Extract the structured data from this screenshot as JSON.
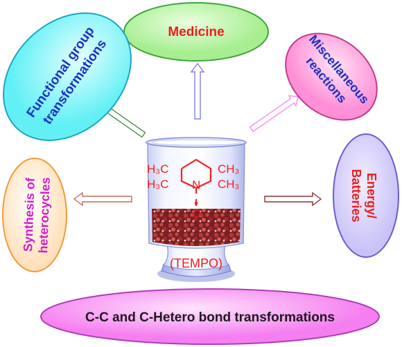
{
  "nodes": {
    "medicine": {
      "label": "Medicine",
      "fill": "#a6ee8f",
      "stroke": "#3fa33a",
      "text_color": "#ee1c1c"
    },
    "functional_group": {
      "lines": [
        "Functional group",
        "transformations"
      ],
      "fill": "#63f0f5",
      "stroke": "#1aa6c4",
      "text_color": "#1c2fc4"
    },
    "miscellaneous": {
      "lines": [
        "Miscellaneous",
        "reactions"
      ],
      "fill": "#ff8fd6",
      "stroke": "#c23a8c",
      "text_color": "#1c2fc4"
    },
    "heterocycles": {
      "lines": [
        "Synthesis of",
        "heterocycles"
      ],
      "fill": "#ffe0b8",
      "stroke": "#f5993a",
      "text_color": "#d21ccc"
    },
    "energy": {
      "lines": [
        "Energy/",
        "Batteries"
      ],
      "fill": "#c9c2f7",
      "stroke": "#6a5ccf",
      "text_color": "#ee1c1c"
    },
    "cc_bond": {
      "label": "C-C and C-Hetero bond transformations",
      "fill": "#f57ef0",
      "stroke": "#a93fb3",
      "text_color": "#1a1a1a"
    }
  },
  "center": {
    "name": "(TEMPO)",
    "name_color": "#ee1c1c",
    "structure": {
      "left_top": "H₃C",
      "left_bottom": "H₃C",
      "right_top": "CH₃",
      "right_bottom": "CH₃",
      "nitrogen": "N",
      "oxygen": "O",
      "radical": "•"
    },
    "structure_color": "#ff1a1a"
  },
  "arrows": {
    "to_medicine": "#7f7fe8",
    "to_functional_group": "#4f8a4f",
    "to_miscellaneous": "#f58ef0",
    "to_heterocycles": "#c46a5a",
    "to_energy": "#8a3030"
  }
}
